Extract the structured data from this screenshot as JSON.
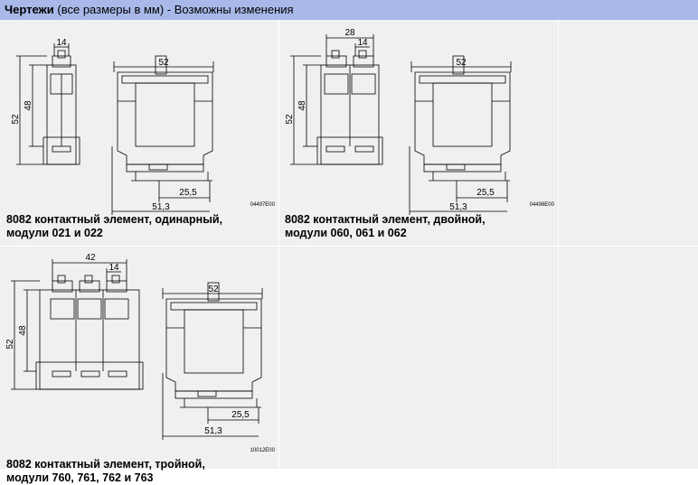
{
  "header": {
    "title_bold": "Чертежи",
    "title_rest": " (все размеры в мм) - Возможны изменения"
  },
  "drawings": [
    {
      "caption_line1": "8082 контактный элемент, одинарный,",
      "caption_line2": "модули 021 и 022",
      "dim_top_small": "14",
      "dim_top_large": "",
      "dim_width": "52",
      "dim_h48": "48",
      "dim_h52": "52",
      "dim_25": "25,5",
      "dim_51": "51,3",
      "code": "04497E00"
    },
    {
      "caption_line1": "8082 контактный элемент, двойной,",
      "caption_line2": "модули 060, 061 и 062",
      "dim_top_small": "14",
      "dim_top_large": "28",
      "dim_width": "52",
      "dim_h48": "48",
      "dim_h52": "52",
      "dim_25": "25,5",
      "dim_51": "51,3",
      "code": "04498E00"
    },
    {
      "caption_line1": "8082 контактный элемент, тройной,",
      "caption_line2": "модули 760, 761, 762 и 763",
      "dim_top_small": "14",
      "dim_top_large": "42",
      "dim_width": "52",
      "dim_h48": "48",
      "dim_h52": "52",
      "dim_25": "25,5",
      "dim_51": "51,3",
      "code": "10012E00"
    }
  ]
}
